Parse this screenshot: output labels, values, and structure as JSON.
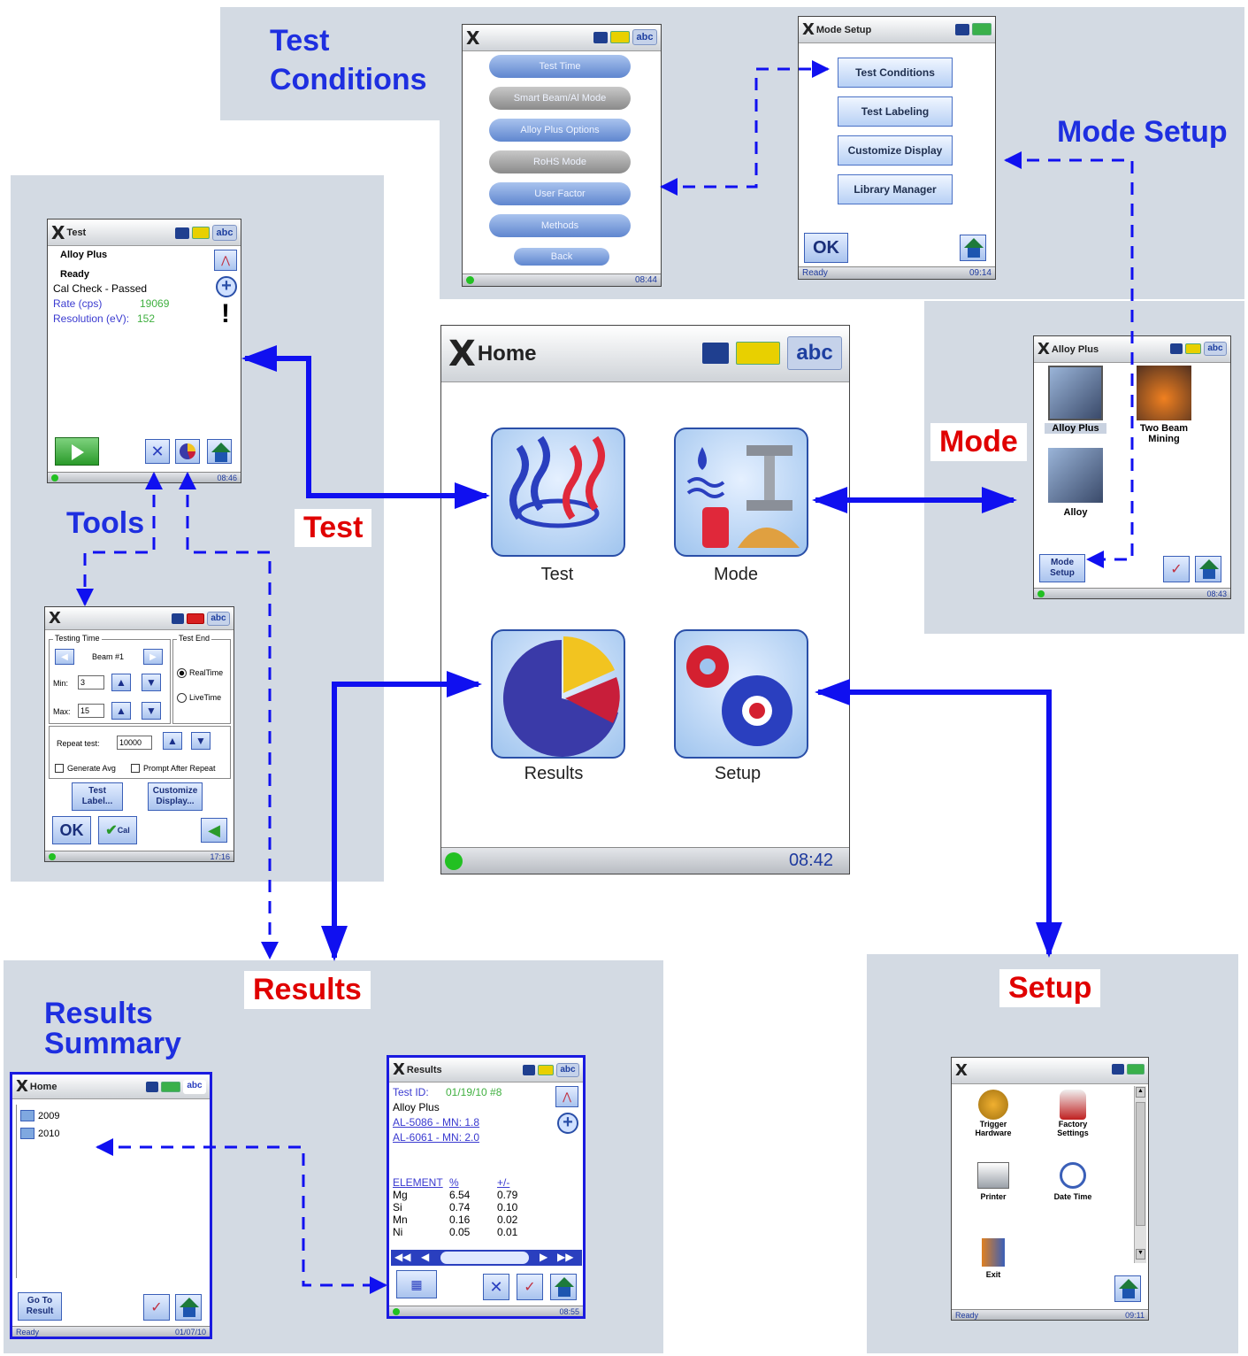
{
  "labels": {
    "test_conditions": [
      "Test",
      "Conditions"
    ],
    "mode_setup": "Mode Setup",
    "mode": "Mode",
    "test": "Test",
    "tools": "Tools",
    "results": "Results",
    "results_summary": [
      "Results",
      "Summary"
    ],
    "setup": "Setup"
  },
  "home_screen": {
    "title": "Home",
    "abc": "abc",
    "icons": [
      "Test",
      "Mode",
      "Results",
      "Setup"
    ],
    "time": "08:42"
  },
  "test_conditions_screen": {
    "title": "",
    "abc": "abc",
    "buttons": [
      "Test Time",
      "Smart Beam/Al Mode",
      "Alloy Plus Options",
      "RoHS Mode",
      "User Factor",
      "Methods",
      "Back"
    ],
    "time": "08:44"
  },
  "mode_setup_screen": {
    "title": "Mode Setup",
    "buttons": [
      "Test Conditions",
      "Test Labeling",
      "Customize Display",
      "Library Manager"
    ],
    "ok": "OK",
    "status": "Ready",
    "time": "09:14"
  },
  "alloy_plus_screen": {
    "title": "Alloy Plus",
    "abc": "abc",
    "items": [
      "Alloy Plus",
      "Two Beam Mining",
      "Alloy"
    ],
    "mode_setup_button": [
      "Mode",
      "Setup"
    ],
    "time": "08:43"
  },
  "test_screen": {
    "title": "Test",
    "abc": "abc",
    "mode": "Alloy Plus",
    "state": "Ready",
    "cal": "Cal Check - Passed",
    "rate_label": "Rate (cps)",
    "rate_value": "19069",
    "res_label": "Resolution (eV):",
    "res_value": "152",
    "exclaim": "!",
    "time": "08:46"
  },
  "tools_screen": {
    "abc": "abc",
    "testing_time": "Testing Time",
    "test_end": "Test End",
    "beam": "Beam #1",
    "min_label": "Min:",
    "min_value": "3",
    "max_label": "Max:",
    "max_value": "15",
    "realtime": "RealTime",
    "livetime": "LiveTime",
    "repeat_label": "Repeat test:",
    "repeat_value": "10000",
    "generate_avg": "Generate Avg",
    "prompt_after": "Prompt After Repeat",
    "test_label": [
      "Test",
      "Label..."
    ],
    "customize_display": [
      "Customize",
      "Display..."
    ],
    "ok": "OK",
    "cal": "Cal",
    "time": "17:16"
  },
  "results_summary_screen": {
    "title": "Home",
    "abc": "abc",
    "folders": [
      "2009",
      "2010"
    ],
    "go_to_result": [
      "Go To",
      "Result"
    ],
    "status": "Ready",
    "date": "01/07/10"
  },
  "results_screen": {
    "title": "Results",
    "abc": "abc",
    "test_id_label": "Test ID:",
    "test_id_value": "01/19/10 #8",
    "mode": "Alloy Plus",
    "match1": "AL-5086 - MN: 1.8",
    "match2": "AL-6061 - MN: 2.0",
    "headers": [
      "ELEMENT",
      "%",
      "+/-"
    ],
    "rows": [
      [
        "Mg",
        "6.54",
        "0.79"
      ],
      [
        "Si",
        "0.74",
        "0.10"
      ],
      [
        "Mn",
        "0.16",
        "0.02"
      ],
      [
        "Ni",
        "0.05",
        "0.01"
      ]
    ],
    "time": "08:55"
  },
  "setup_screen": {
    "items": [
      [
        "Trigger",
        "Hardware"
      ],
      [
        "Factory",
        "Settings"
      ],
      [
        "Printer"
      ],
      [
        "Date Time"
      ],
      [
        "Exit"
      ]
    ],
    "status": "Ready",
    "time": "09:11"
  },
  "colors": {
    "panel": "#d3dae3",
    "arrow": "#1010f0",
    "label_blue": "#1e2fe0",
    "label_red": "#e00000"
  }
}
